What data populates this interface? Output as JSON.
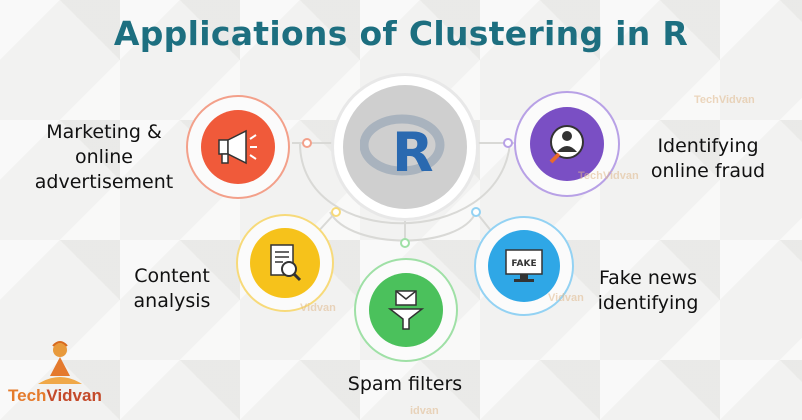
{
  "title": "Applications of Clustering in R",
  "center_logo": "R",
  "items": [
    {
      "label_lines": [
        "Marketing &",
        "online",
        "advertisement"
      ],
      "icon": "megaphone-icon",
      "color": "#f05a3a",
      "ring": "#f3a08a"
    },
    {
      "label_lines": [
        "Identifying",
        "online fraud"
      ],
      "icon": "hacker-icon",
      "color": "#7a4fc4",
      "ring": "#b8a1e6"
    },
    {
      "label_lines": [
        "Content",
        "analysis"
      ],
      "icon": "document-search-icon",
      "color": "#f6c21b",
      "ring": "#f7da7a"
    },
    {
      "label_lines": [
        "Fake news",
        "identifying"
      ],
      "icon": "fake-screen-icon",
      "color": "#2fa7e6",
      "ring": "#93d2f3"
    },
    {
      "label_lines": [
        "Spam filters"
      ],
      "icon": "mail-filter-icon",
      "color": "#4bc15c",
      "ring": "#9fe0a6"
    }
  ],
  "brand": {
    "name_part1": "Tech",
    "name_part2": "Vidvan"
  },
  "watermarks": [
    "TechVidvan",
    "TechVidvan",
    "Vidvan",
    "Vidvan",
    "idvan"
  ]
}
